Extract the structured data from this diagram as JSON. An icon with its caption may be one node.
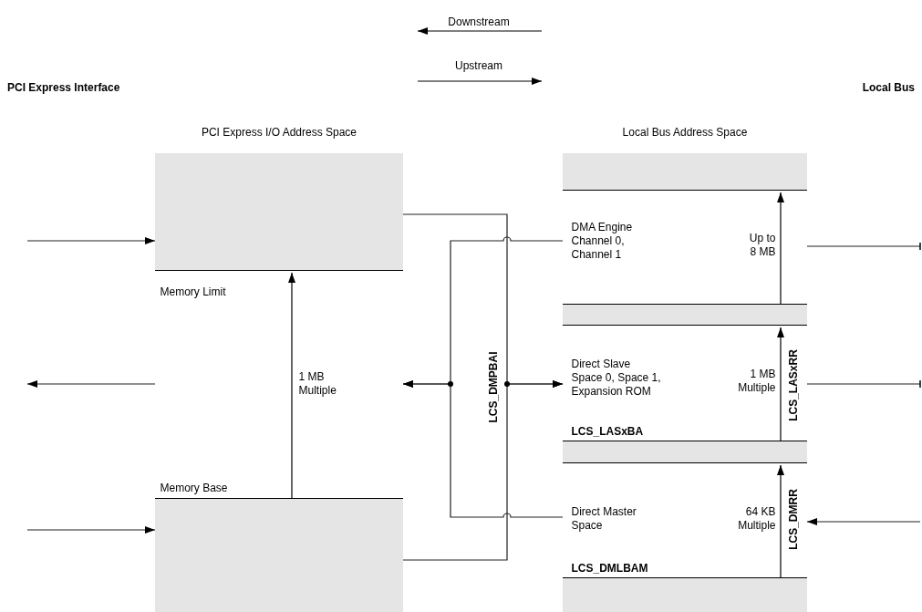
{
  "diagram": {
    "nodes": [
      {
        "text": [
          "PCI Express I/O Address Space"
        ]
      },
      {
        "text": [],
        "shape": "box",
        "in": 0
      },
      {
        "text": [
          "Memory Limit",
          "1 MB Multiple",
          "Memory Base"
        ],
        "in": 0
      },
      {
        "text": [],
        "shape": "box",
        "in": 0
      },
      {
        "text": [
          "Local Bus Address Space"
        ]
      },
      {
        "text": [],
        "shape": "box",
        "in": 4
      },
      {
        "text": [
          "DMA Engine Channel 0, Channel 1",
          "Up to 8 MB"
        ],
        "in": 4
      },
      {
        "text": [],
        "shape": "box",
        "in": 4
      },
      {
        "text": [
          "Direct Slave Space 0, Space 1, Expansion ROM",
          "1 MB Multiple",
          "LCS_LASxBA",
          "LCS_LASxRR"
        ],
        "in": 4
      },
      {
        "text": [],
        "shape": "box",
        "in": 4
      },
      {
        "text": [
          "Direct Master Space",
          "64 KB Multiple",
          "LCS_DMLBAM",
          "LCS_DMRR"
        ],
        "in": 4
      },
      {
        "text": [],
        "shape": "box",
        "in": 4
      }
    ],
    "edges": [
      {
        "from": null,
        "to": 1,
        "arrow": "to"
      },
      {
        "from": 2,
        "to": null,
        "arrow": "to"
      },
      {
        "from": null,
        "to": 3,
        "arrow": "to"
      },
      {
        "from": 6,
        "to": null,
        "arrow": "other"
      },
      {
        "from": 8,
        "to": null,
        "arrow": "other"
      },
      {
        "from": null,
        "to": 10,
        "arrow": "to"
      },
      {
        "from": 6,
        "to": 2,
        "arrow": "to"
      },
      {
        "from": 10,
        "to": 2,
        "arrow": "to"
      },
      {
        "from": 1,
        "to": 8,
        "arrow": "to"
      },
      {
        "from": 3,
        "to": 8,
        "arrow": "to"
      }
    ],
    "labels": [
      "PCI Express Interface",
      "Local Bus",
      "LCS_DMPBAI"
    ],
    "legend": [
      {
        "text": "Downstream"
      },
      {
        "text": "Upstream"
      }
    ]
  }
}
